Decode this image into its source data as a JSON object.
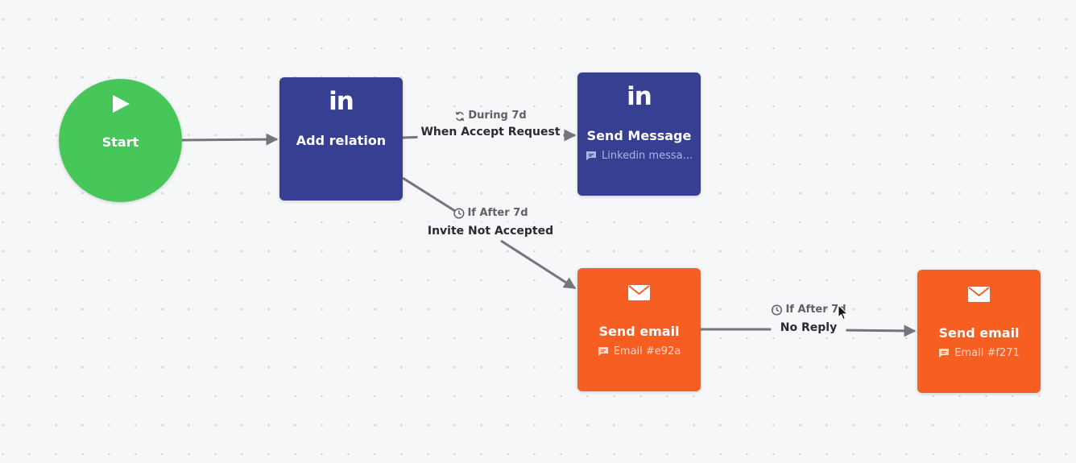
{
  "nodes": {
    "start": {
      "label": "Start",
      "icon": "play-icon",
      "color": "#47c75a"
    },
    "add_relation": {
      "label": "Add relation",
      "icon": "linkedin-icon",
      "icon_text": "in",
      "color": "#373f92"
    },
    "send_message": {
      "label": "Send Message",
      "sub": "Linkedin messa...",
      "icon": "linkedin-icon",
      "icon_text": "in",
      "color": "#373f92"
    },
    "send_email_1": {
      "label": "Send email",
      "sub": "Email #e92a",
      "icon": "mail-icon",
      "color": "#f75e22"
    },
    "send_email_2": {
      "label": "Send email",
      "sub": "Email #f271",
      "icon": "mail-icon",
      "color": "#f75e22"
    }
  },
  "edges": {
    "accept": {
      "condition": "During 7d",
      "condition_icon": "refresh-icon",
      "event": "When Accept Request"
    },
    "not_accepted": {
      "condition": "If After 7d",
      "condition_icon": "clock-icon",
      "event": "Invite Not Accepted"
    },
    "no_reply": {
      "condition": "If After 7d",
      "condition_icon": "clock-icon",
      "event": "No Reply"
    }
  },
  "edge_color": "#77747f"
}
